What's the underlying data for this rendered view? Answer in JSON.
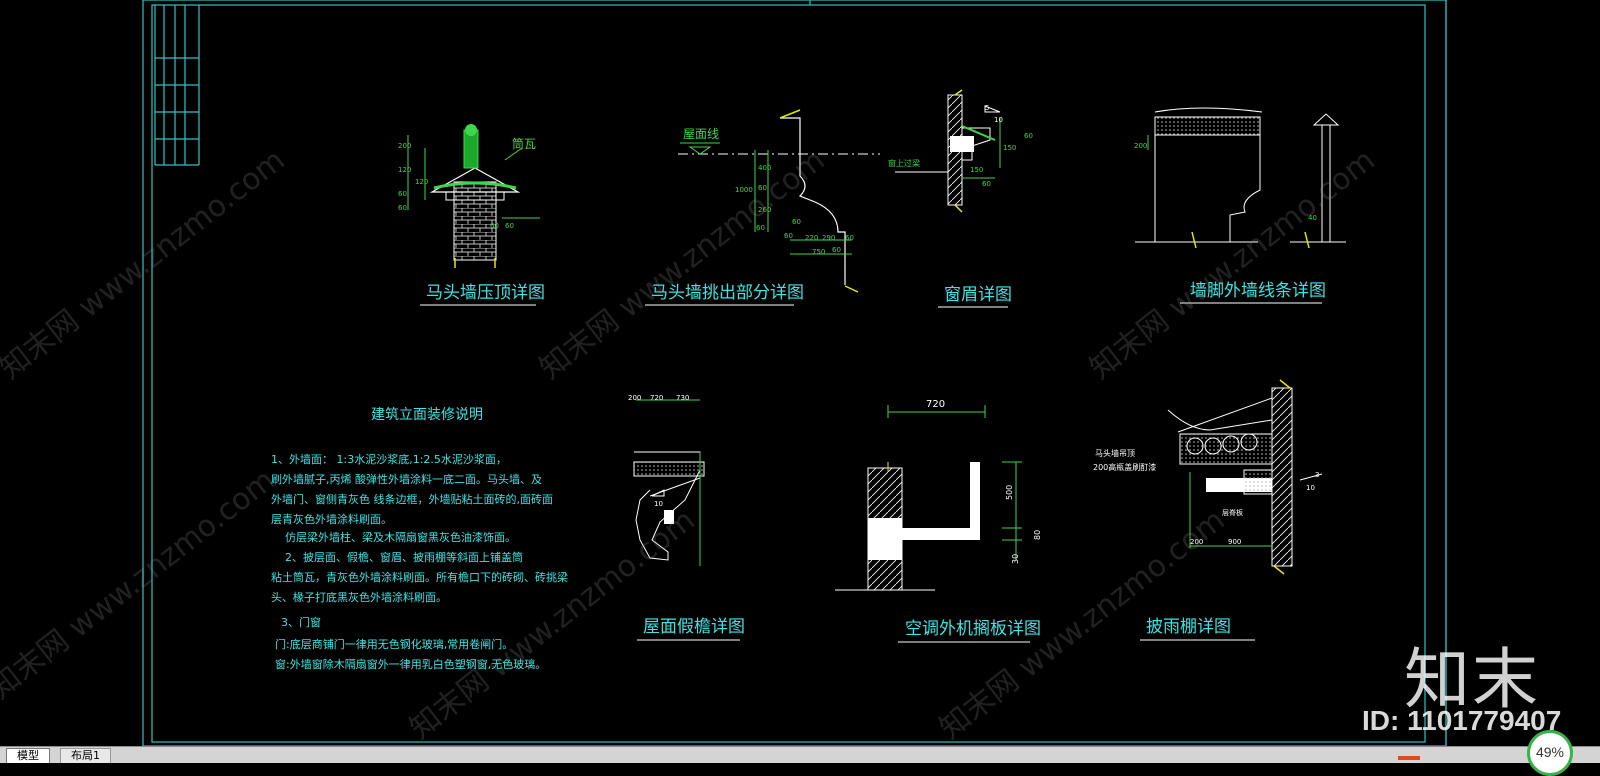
{
  "titles": {
    "t1": "马头墙压顶详图",
    "t2": "马头墙挑出部分详图",
    "t3": "窗眉详图",
    "t4": "墙脚外墙线条详图",
    "t5": "屋面假檐详图",
    "t6": "空调外机搁板详图",
    "t7": "披雨棚详图"
  },
  "labels": {
    "tongwa": "筒瓦",
    "wumianxian": "屋面线",
    "chuangshang": "窗上过梁",
    "matou_note1": "马头墙吊顶",
    "matou_note2": "200高瓶盖刷酊漆",
    "shuini": "层脊板"
  },
  "dims": {
    "d200": "200",
    "d120": "120",
    "d60": "60",
    "d400": "400",
    "d1000": "1000",
    "d260": "260",
    "d220": "220",
    "d290": "290",
    "d750": "750",
    "d150": "150",
    "d720": "720",
    "d730": "730",
    "d500": "500",
    "d80": "80",
    "d30": "30",
    "d900": "900",
    "d5": "5",
    "d10": "10",
    "d3": "3",
    "d40": "40"
  },
  "notes": {
    "title": "建筑立面装修说明",
    "lines": [
      "1、外墙面：  1:3水泥沙浆底,1:2.5水泥沙浆面，",
      "刷外墙腻子,丙烯    酸弹性外墙涂料一底二面。马头墙、及",
      "外墙门、窗侧青灰色    线条边框，外墙贴粘土面砖的,面砖面",
      "层青灰色外墙涂料刷面。",
      "  仿层梁外墙柱、梁及木隔扇窗黑灰色油漆饰面。",
      "  2、披层面、假檐、窗眉、披雨棚等斜面上铺盖筒",
      "粘土筒瓦，青灰色外墙涂料刷面。所有檐口下的砖砌、砖挑梁",
      "头、椽子打底黑灰色外墙涂料刷面。",
      "  3、门窗",
      " 门:底层商铺门一律用无色钢化玻璃,常用卷闸门。",
      " 窗:外墙窗除木隔扇窗外一律用乳白色塑钢窗,无色玻璃。"
    ]
  },
  "tabs": {
    "model": "模型",
    "layout": "布局1"
  },
  "status": {
    "zoom": "49%"
  },
  "watermark": {
    "brand": "知末",
    "id": "ID: 1101779407",
    "diag": "知末网 www.znzmo.com"
  },
  "colors": {
    "frame": "#2ec4c4",
    "title": "#3ee3e3",
    "line": "#ffffff",
    "dim": "#3ed64a",
    "yellow": "#e6e600"
  }
}
